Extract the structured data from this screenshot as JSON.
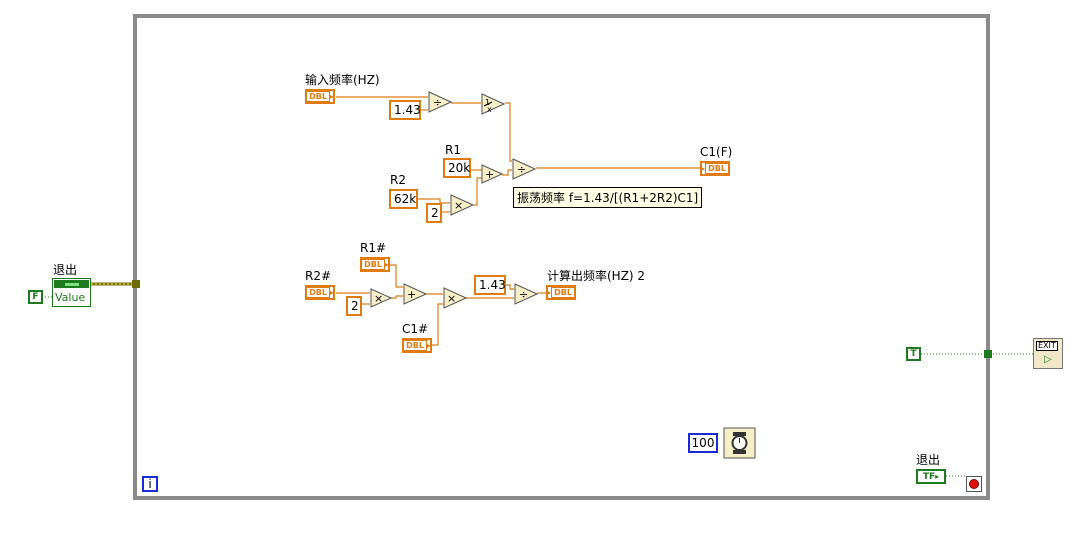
{
  "labels": {
    "input_freq": "输入频率(HZ)",
    "r1": "R1",
    "r2": "R2",
    "c1f": "C1(F)",
    "r1hash": "R1#",
    "r2hash": "R2#",
    "c1hash": "C1#",
    "calc_freq": "计算出频率(HZ) 2",
    "exit_left": "退出",
    "exit_right": "退出"
  },
  "constants": {
    "k143a": "1.43",
    "k20k": "20k",
    "k62k": "62k",
    "k2a": "2",
    "k2b": "2",
    "k143b": "1.43",
    "k100": "100"
  },
  "terminals": {
    "dbl": "DBL",
    "bool_f": "F",
    "bool_t": "T",
    "tf": "TF",
    "value": "Value",
    "iter": "i",
    "exit_icon": "EXIT"
  },
  "comment": "振荡频率 f=1.43/[(R1+2R2)C1]",
  "ops": {
    "divide": "÷",
    "add": "+",
    "multiply": "×"
  },
  "colors": {
    "dbl_orange": "#e07b12",
    "bool_green": "#1e7a1e",
    "int_blue": "#1a2bd6",
    "loop_gray": "#8a8a8a",
    "func_fill": "#f7efc8"
  }
}
